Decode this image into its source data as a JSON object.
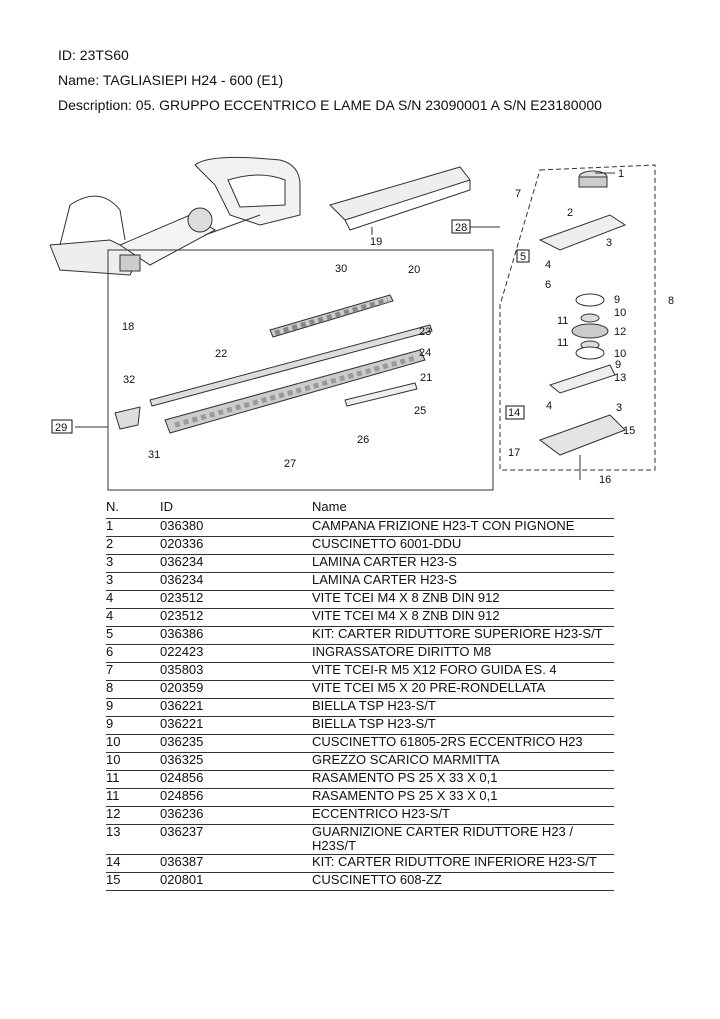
{
  "header": {
    "id": "ID: 23TS60",
    "name": "Name: TAGLIASIEPI H24 - 600 (E1)",
    "description": "Description: 05. GRUPPO ECCENTRICO E LAME DA S/N 23090001 A S/N E23180000"
  },
  "diagram": {
    "labels": {
      "l1": "1",
      "l2": "2",
      "l3a": "3",
      "l3b": "3",
      "l4a": "4",
      "l4b": "4",
      "l5": "5",
      "l6": "6",
      "l7": "7",
      "l8": "8",
      "l9a": "9",
      "l9b": "9",
      "l10a": "10",
      "l10b": "10",
      "l11a": "11",
      "l11b": "11",
      "l12": "12",
      "l13": "13",
      "l14": "14",
      "l15": "15",
      "l16": "16",
      "l17": "17",
      "l18": "18",
      "l19": "19",
      "l20": "20",
      "l21": "21",
      "l22": "22",
      "l23": "23",
      "l24": "24",
      "l25": "25",
      "l26": "26",
      "l27": "27",
      "l28": "28",
      "l29": "29",
      "l30": "30",
      "l31": "31",
      "l32": "32"
    }
  },
  "table": {
    "headers": [
      "N.",
      "ID",
      "Name"
    ],
    "rows": [
      [
        "1",
        "036380",
        "CAMPANA FRIZIONE H23-T CON PIGNONE"
      ],
      [
        "2",
        "020336",
        "CUSCINETTO 6001-DDU"
      ],
      [
        "3",
        "036234",
        "LAMINA CARTER H23-S"
      ],
      [
        "3",
        "036234",
        "LAMINA CARTER H23-S"
      ],
      [
        "4",
        "023512",
        "VITE TCEI M4 X 8 ZNB DIN 912"
      ],
      [
        "4",
        "023512",
        "VITE TCEI M4 X 8 ZNB DIN 912"
      ],
      [
        "5",
        "036386",
        "KIT: CARTER RIDUTTORE SUPERIORE H23-S/T"
      ],
      [
        "6",
        "022423",
        "INGRASSATORE DIRITTO M8"
      ],
      [
        "7",
        "035803",
        "VITE TCEI-R M5 X12 FORO GUIDA ES. 4"
      ],
      [
        "8",
        "020359",
        "VITE TCEI M5 X 20 PRE-RONDELLATA"
      ],
      [
        "9",
        "036221",
        "BIELLA TSP H23-S/T"
      ],
      [
        "9",
        "036221",
        "BIELLA TSP H23-S/T"
      ],
      [
        "10",
        "036235",
        "CUSCINETTO 61805-2RS ECCENTRICO H23"
      ],
      [
        "10",
        "036325",
        "GREZZO SCARICO MARMITTA"
      ],
      [
        "11",
        "024856",
        "RASAMENTO PS 25 X 33 X 0,1"
      ],
      [
        "11",
        "024856",
        "RASAMENTO PS 25 X 33 X 0,1"
      ],
      [
        "12",
        "036236",
        "ECCENTRICO H23-S/T"
      ],
      [
        "13",
        "036237",
        "GUARNIZIONE CARTER RIDUTTORE H23 / H23S/T"
      ],
      [
        "14",
        "036387",
        "KIT: CARTER RIDUTTORE INFERIORE H23-S/T"
      ],
      [
        "15",
        "020801",
        "CUSCINETTO 608-ZZ"
      ]
    ]
  }
}
